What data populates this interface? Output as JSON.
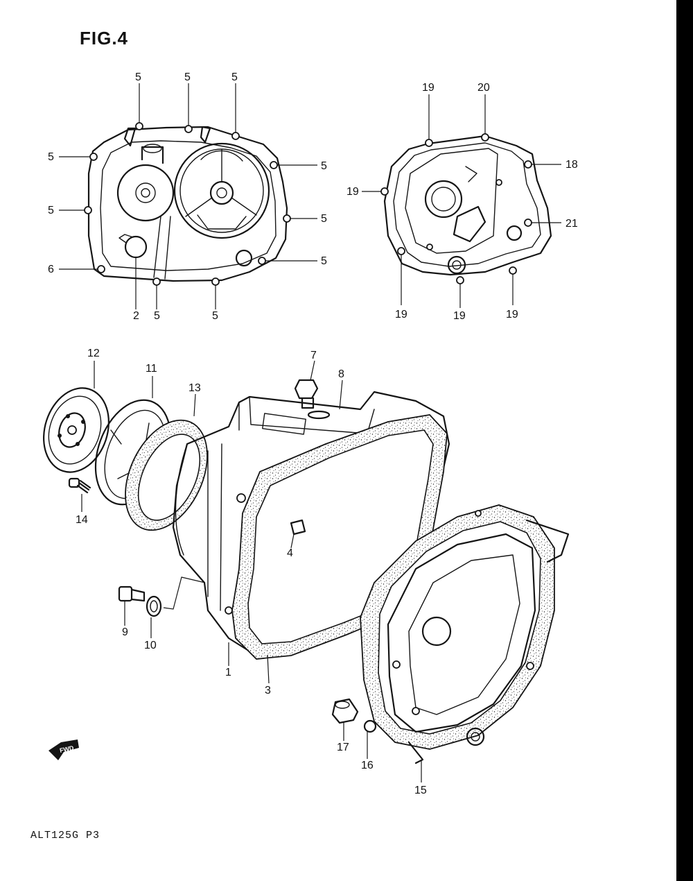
{
  "figure_title": "FIG.4",
  "footer_code": "ALT125G P3",
  "fwd_badge": "FWD",
  "colors": {
    "ink": "#151515",
    "paper": "#ffffff",
    "edge": "#000000"
  },
  "callouts": {
    "c2": "2",
    "c5": "5",
    "c6": "6",
    "c1": "1",
    "c3": "3",
    "c4": "4",
    "c7": "7",
    "c8": "8",
    "c9": "9",
    "c10": "10",
    "c11": "11",
    "c12": "12",
    "c13": "13",
    "c14": "14",
    "c15": "15",
    "c16": "16",
    "c17": "17",
    "c18": "18",
    "c19": "19",
    "c20": "20",
    "c21": "21"
  }
}
